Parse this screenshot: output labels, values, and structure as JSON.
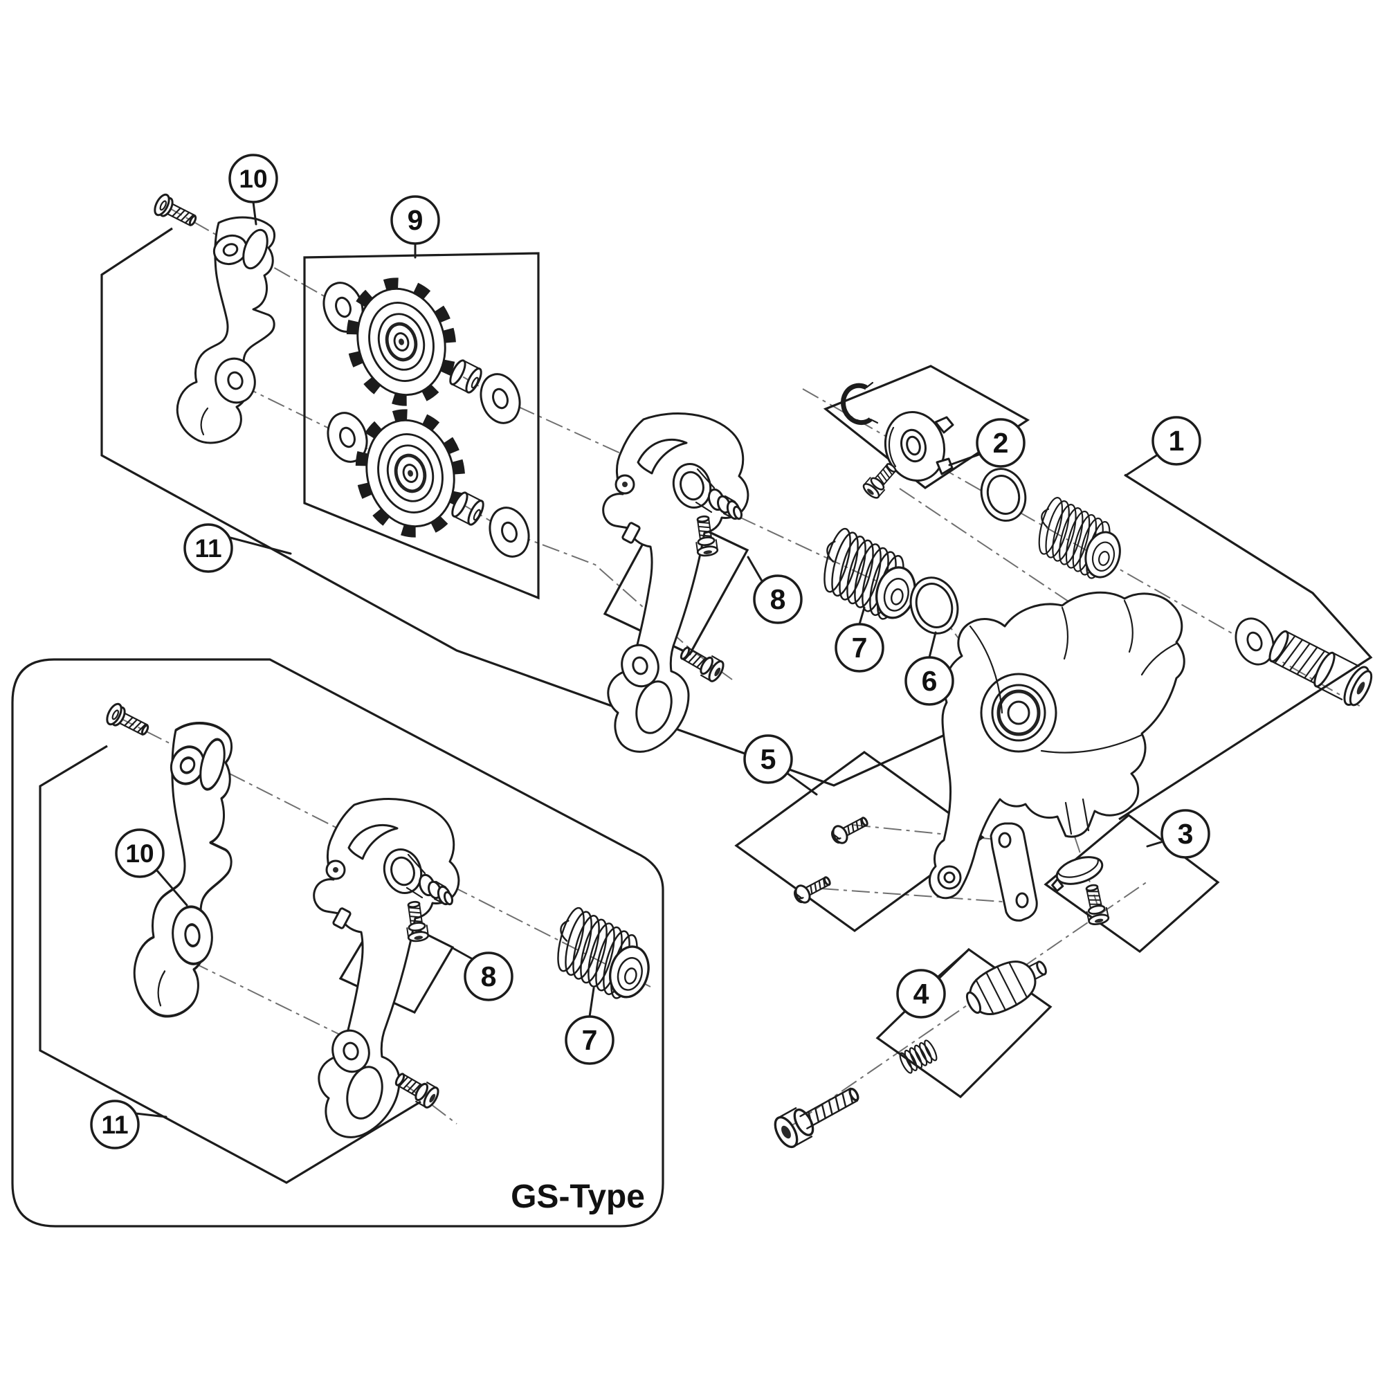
{
  "diagram": {
    "colors": {
      "background": "#ffffff",
      "line": "#1c1c1c",
      "axis": "#6f6f6f"
    },
    "gs_box": {
      "label": "GS-Type"
    },
    "callouts": {
      "c1": {
        "label": "1"
      },
      "c2": {
        "label": "2"
      },
      "c3": {
        "label": "3"
      },
      "c4": {
        "label": "4"
      },
      "c5": {
        "label": "5"
      },
      "c6": {
        "label": "6"
      },
      "c7": {
        "label": "7"
      },
      "c8": {
        "label": "8"
      },
      "c9": {
        "label": "9"
      },
      "c10": {
        "label": "10"
      },
      "c11": {
        "label": "11"
      },
      "c7gs": {
        "label": "7"
      },
      "c8gs": {
        "label": "8"
      },
      "c10gs": {
        "label": "10"
      },
      "c11gs": {
        "label": "11"
      }
    }
  }
}
